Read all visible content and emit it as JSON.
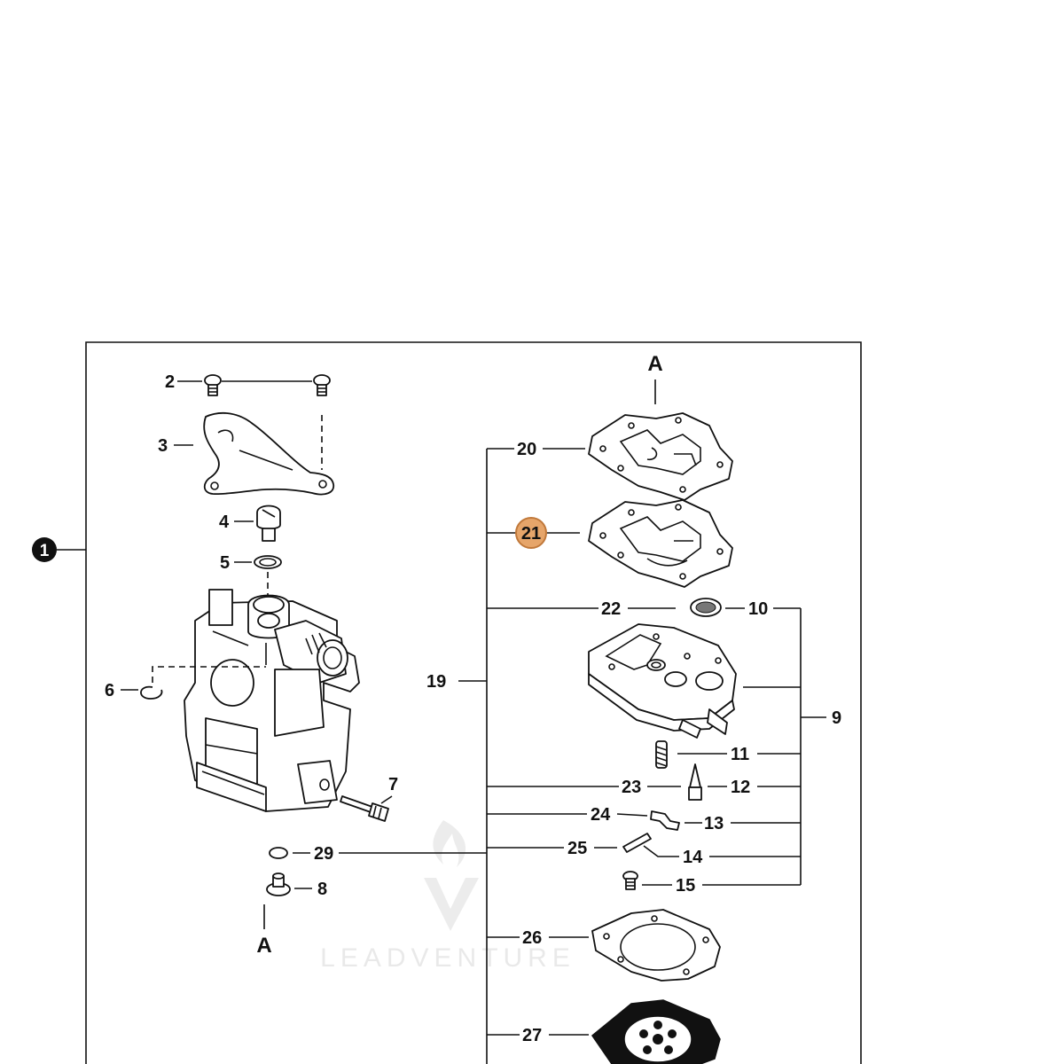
{
  "diagram": {
    "assembly_callout": "1",
    "highlighted_callout": "21",
    "highlight_color": "#e6a56a",
    "highlight_stroke": "#c0783a",
    "watermark": "LEADVENTURE",
    "marker_top": "A",
    "marker_bottom": "A",
    "callouts": {
      "c2": "2",
      "c3": "3",
      "c4": "4",
      "c5": "5",
      "c6": "6",
      "c7": "7",
      "c8": "8",
      "c9": "9",
      "c10": "10",
      "c11": "11",
      "c12": "12",
      "c13": "13",
      "c14": "14",
      "c15": "15",
      "c19": "19",
      "c20": "20",
      "c22": "22",
      "c23": "23",
      "c24": "24",
      "c25": "25",
      "c26": "26",
      "c27": "27",
      "c29": "29"
    }
  }
}
